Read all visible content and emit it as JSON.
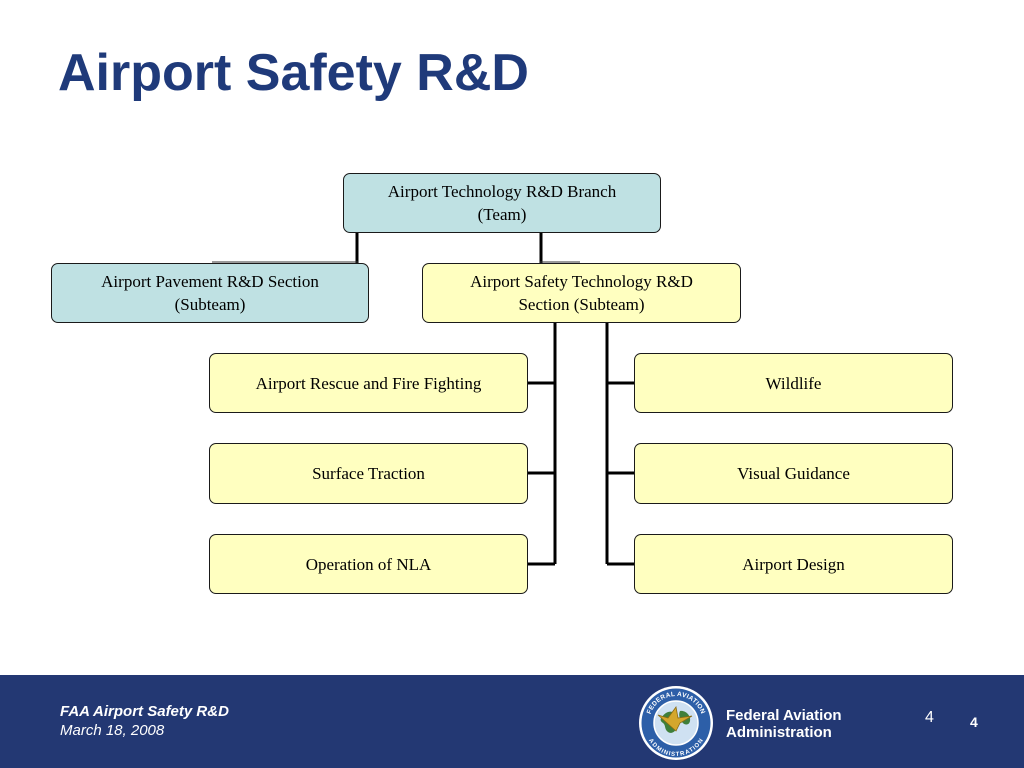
{
  "slide": {
    "title": "Airport Safety R&D"
  },
  "org_chart": {
    "root": {
      "line1": "Airport Technology R&D Branch",
      "line2": "(Team)"
    },
    "sections": [
      {
        "line1": "Airport Pavement R&D Section",
        "line2": "(Subteam)"
      },
      {
        "line1": "Airport Safety Technology R&D",
        "line2": "Section (Subteam)"
      }
    ],
    "left_units": [
      "Airport Rescue and Fire Fighting",
      "Surface Traction",
      "Operation of NLA"
    ],
    "right_units": [
      "Wildlife",
      "Visual Guidance",
      "Airport Design"
    ]
  },
  "footer": {
    "title": "FAA Airport Safety R&D",
    "date": "March 18, 2008",
    "agency_line1": "Federal Aviation",
    "agency_line2": "Administration",
    "slide_number": "4",
    "page_number": "4"
  },
  "seal": {
    "text_top": "FEDERAL AVIATION",
    "text_bottom": "ADMINISTRATION"
  },
  "colors": {
    "title": "#1f3a7a",
    "footer_bar": "#233873",
    "box_blue": "#bfe1e3",
    "box_yellow": "#ffffc0"
  }
}
